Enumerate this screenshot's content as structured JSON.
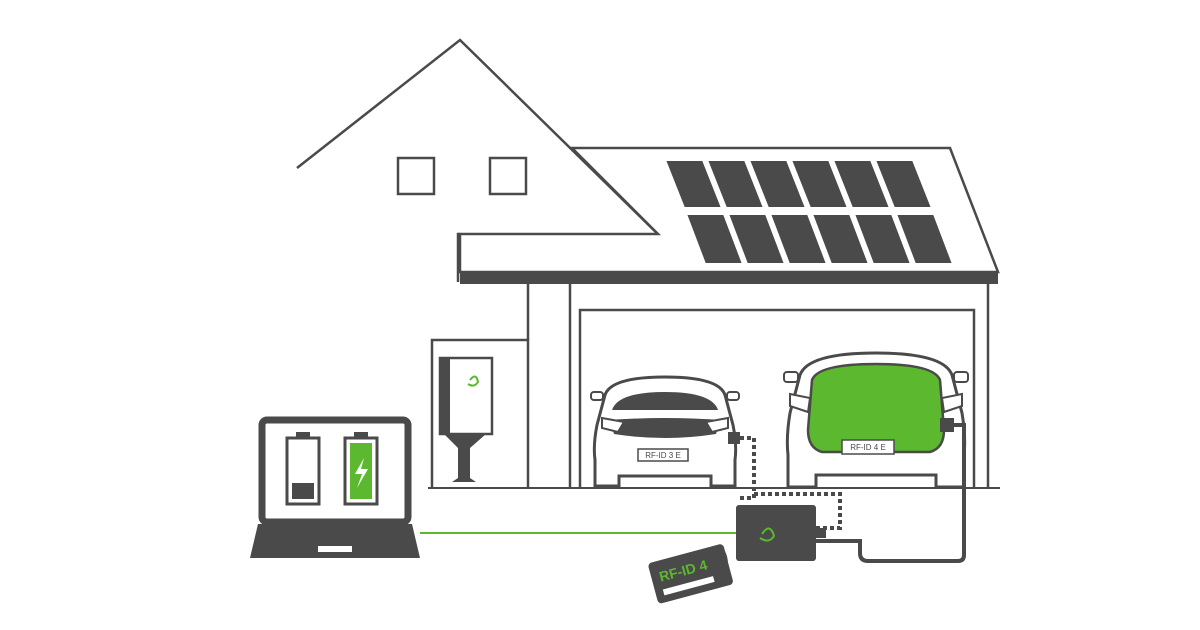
{
  "colors": {
    "line": "#4a4a4a",
    "accent": "#5cb82e",
    "background": "#ffffff"
  },
  "icons": [
    "laptop-icon",
    "battery-empty-icon",
    "battery-charging-icon",
    "home-battery-icon",
    "wallbox-icon",
    "rfid-card-icon",
    "solar-panel-icon"
  ],
  "labels": {
    "car_left_plate": "RF-ID 3 E",
    "car_right_plate": "RF-ID 4 E",
    "rfid_card": "RF-ID 4"
  }
}
